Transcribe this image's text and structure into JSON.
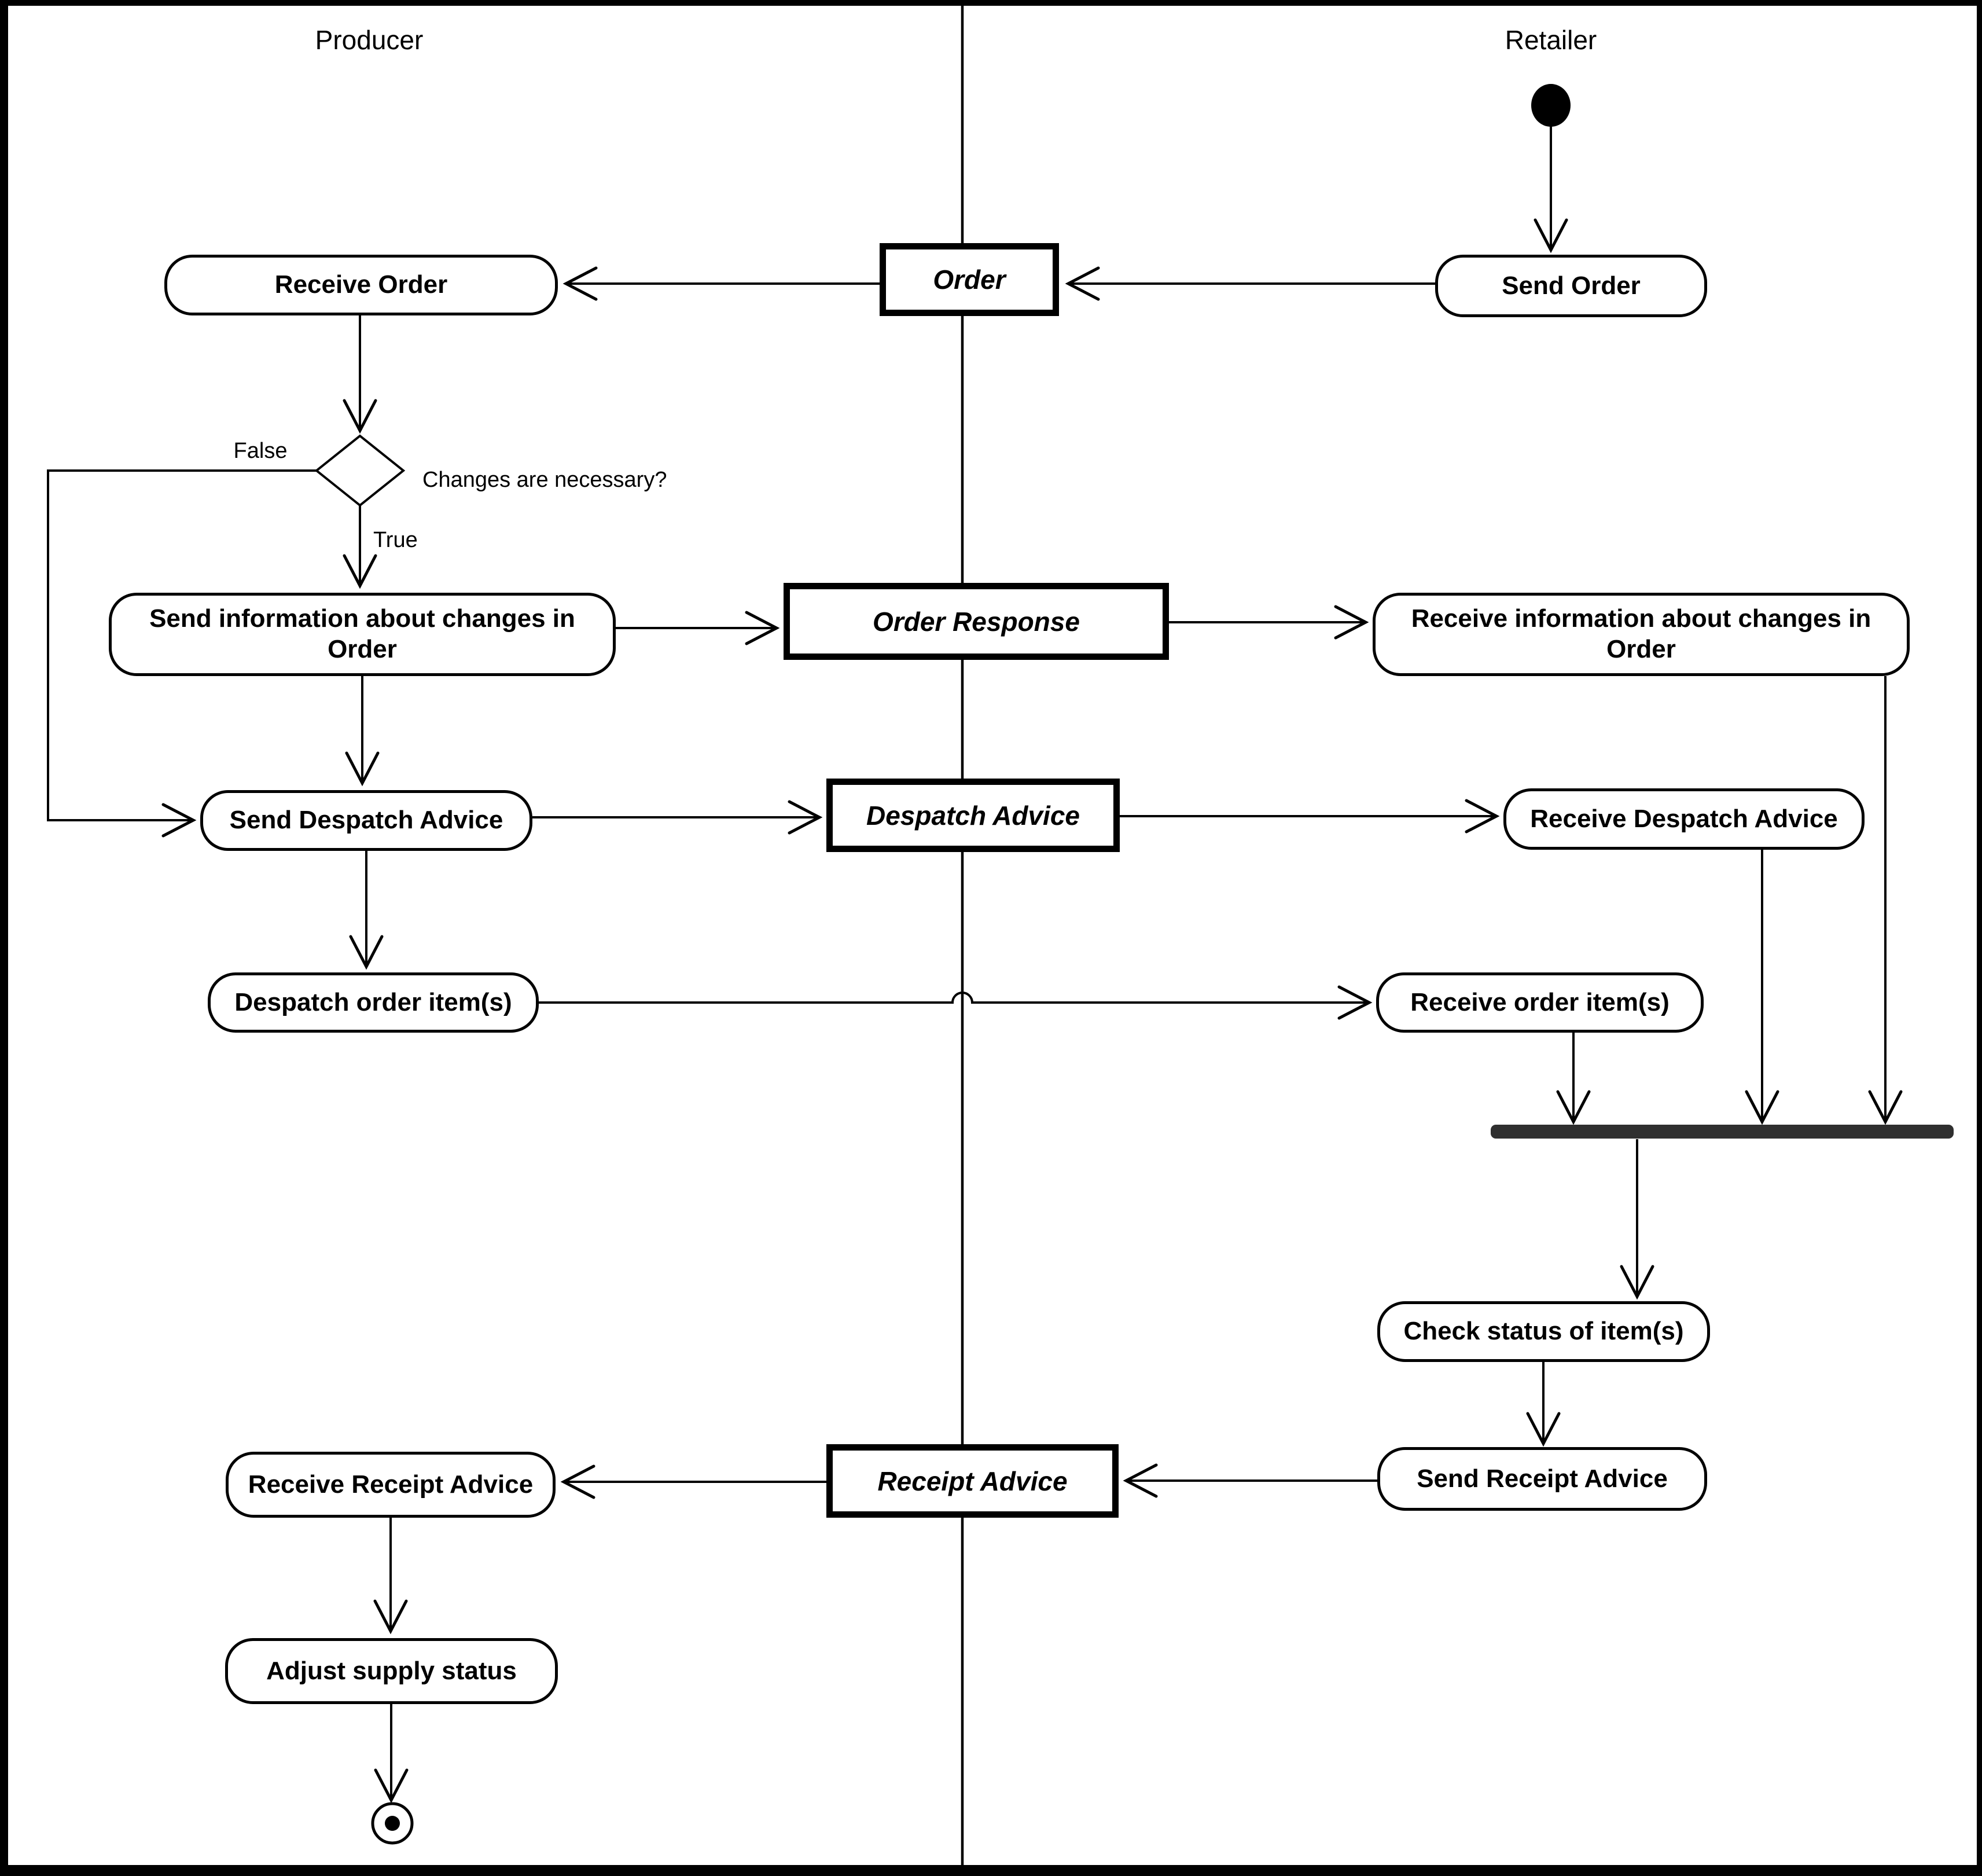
{
  "diagram": {
    "kind": "uml-activity-diagram",
    "lanes": [
      {
        "id": "producer",
        "label": "Producer"
      },
      {
        "id": "retailer",
        "label": "Retailer"
      }
    ],
    "nodes": {
      "send_order": {
        "type": "action",
        "lane": "retailer",
        "label": "Send Order"
      },
      "order": {
        "type": "object-flow",
        "label": "Order"
      },
      "receive_order": {
        "type": "action",
        "lane": "producer",
        "label": "Receive Order"
      },
      "decision": {
        "type": "decision",
        "question": "Changes are necessary?"
      },
      "send_info": {
        "type": "action",
        "lane": "producer",
        "label": "Send information about changes in Order"
      },
      "order_response": {
        "type": "object-flow",
        "label": "Order Response"
      },
      "receive_info": {
        "type": "action",
        "lane": "retailer",
        "label": "Receive information about changes in Order"
      },
      "send_despatch": {
        "type": "action",
        "lane": "producer",
        "label": "Send Despatch Advice"
      },
      "despatch_advice": {
        "type": "object-flow",
        "label": "Despatch Advice"
      },
      "receive_despatch": {
        "type": "action",
        "lane": "retailer",
        "label": "Receive Despatch Advice"
      },
      "despatch_items": {
        "type": "action",
        "lane": "producer",
        "label": "Despatch order item(s)"
      },
      "receive_items": {
        "type": "action",
        "lane": "retailer",
        "label": "Receive order item(s)"
      },
      "check_status": {
        "type": "action",
        "lane": "retailer",
        "label": "Check status of item(s)"
      },
      "send_receipt": {
        "type": "action",
        "lane": "retailer",
        "label": "Send Receipt Advice"
      },
      "receipt_advice": {
        "type": "object-flow",
        "label": "Receipt Advice"
      },
      "receive_receipt": {
        "type": "action",
        "lane": "producer",
        "label": "Receive Receipt Advice"
      },
      "adjust_supply": {
        "type": "action",
        "lane": "producer",
        "label": "Adjust supply status"
      }
    },
    "edge_labels": {
      "false_branch": "False",
      "true_branch": "True"
    },
    "colors": {
      "line": "#000000",
      "background": "#ffffff",
      "join_bar": "#2f2f2f"
    }
  }
}
